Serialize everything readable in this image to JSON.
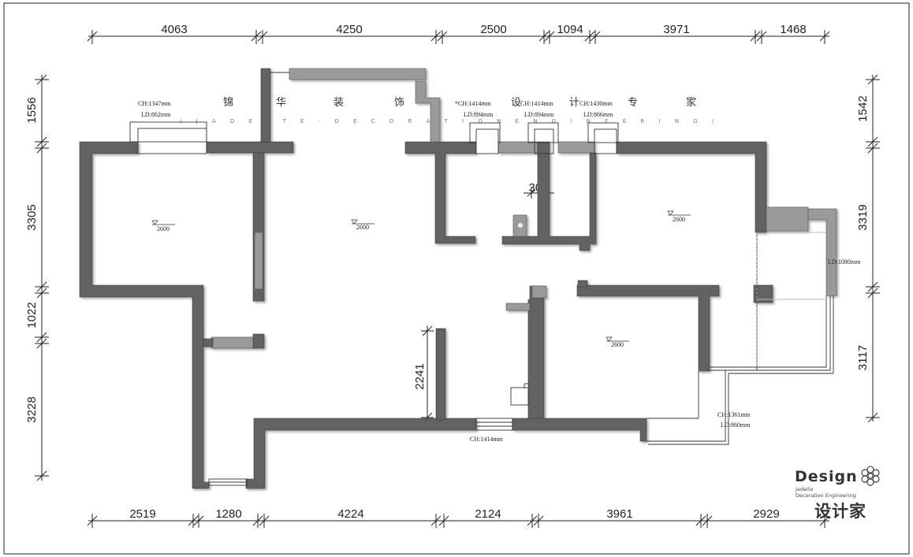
{
  "title": {
    "chars": [
      "锦",
      "华",
      "装",
      "饰",
      "设",
      "计",
      "专",
      "家"
    ]
  },
  "subtitle": "/ J A D E I T E - D E C O R A T I O N   E N G I N E E R I N G /",
  "dims": {
    "top": [
      "4063",
      "4250",
      "2500",
      "1094",
      "3971",
      "1468"
    ],
    "bottom": [
      "2519",
      "1280",
      "4224",
      "2124",
      "3961",
      "2929"
    ],
    "left": [
      "1556",
      "3305",
      "1022",
      "3228"
    ],
    "right": [
      "1542",
      "3319",
      "3117"
    ],
    "inner_vertical": "2241",
    "inner_300": "300"
  },
  "windows": {
    "w1_ch": "CH:1347mm",
    "w1_ld": "LD:862mm",
    "w2_ch": "CH:1414mm",
    "w2_ld": "LD:894mm",
    "w3_ch": "CH:1414mm",
    "w3_ld": "LD:894mm",
    "w4_ch": "CH:1430mm",
    "w4_ld": "LD:866mm",
    "w5_ld": "LD:1080mm",
    "w6_ch": "CH:1361mm",
    "w6_ld": "LD:860mm",
    "w7_ch": "CH:1414mm"
  },
  "ceiling": [
    "2600",
    "2600",
    "2600",
    "2600"
  ],
  "logo": {
    "design": "Design",
    "sub1": "Jadeite",
    "sub2": "Decoration Engineering",
    "cn": "设计家"
  }
}
